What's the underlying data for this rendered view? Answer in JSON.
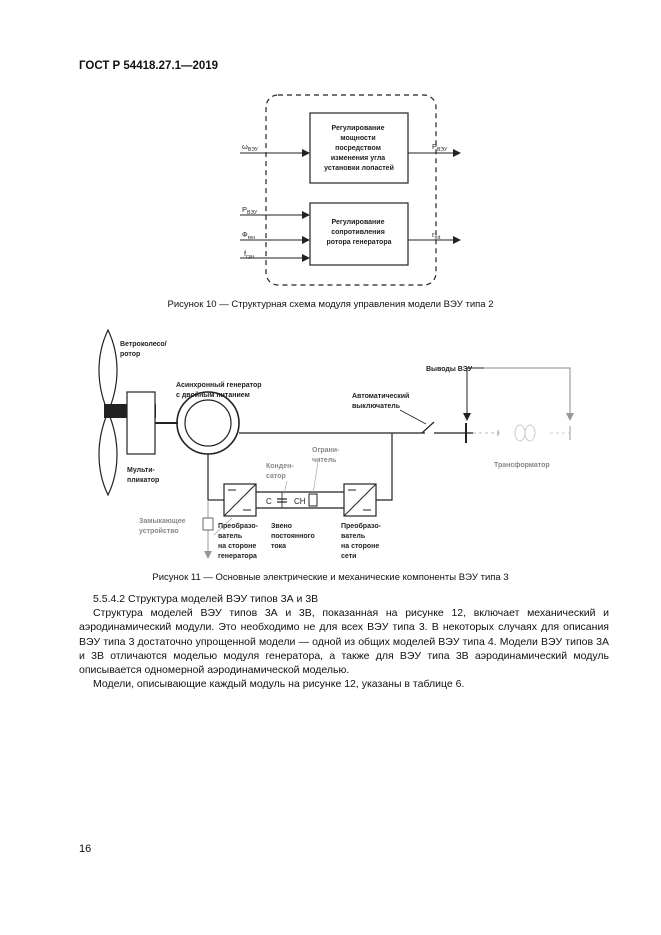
{
  "header": {
    "doc_id": "ГОСТ Р 54418.27.1—2019"
  },
  "figure10": {
    "block1": [
      "Регулирование",
      "мощности",
      "посредством",
      "изменения угла",
      "установки лопастей"
    ],
    "block2": [
      "Регулирование",
      "сопротивления",
      "ротора генератора"
    ],
    "in1": "ω",
    "in1_sub": "ВЭУ",
    "out1": "P",
    "out1_sub": "ВЭУ",
    "in2": "P",
    "in2_sub": "ВЭУ",
    "in3": "Ф",
    "in3_sub": "ген",
    "in4": "f",
    "in4_sub": "сун",
    "out2": "r",
    "out2_sub": "rot",
    "caption": "Рисунок 10 — Структурная схема модуля управления модели ВЭУ типа 2"
  },
  "figure11": {
    "rotor_label": [
      "Ветроколесо/",
      "ротор"
    ],
    "gearbox_label": [
      "Мульти-",
      "пликатор"
    ],
    "generator_label": [
      "Асинхронный генератор",
      "с двойным питанием"
    ],
    "breaker_label": [
      "Автоматический",
      "выключатель"
    ],
    "terminals_label": "Выводы ВЭУ",
    "transformer_label": "Трансформатор",
    "capacitor_label": [
      "Конден-",
      "сатор"
    ],
    "limiter_label": [
      "Ограни-",
      "читель"
    ],
    "shorting_label": [
      "Замыкающее",
      "устройство"
    ],
    "conv_gen_label": [
      "Преобразо-",
      "ватель",
      "на стороне",
      "генератора"
    ],
    "dc_link_label": [
      "Звено",
      "постоянного",
      "тока"
    ],
    "conv_grid_label": [
      "Преобразо-",
      "ватель",
      "на стороне",
      "сети"
    ],
    "c_symbol": "C",
    "ch_symbol": "CH",
    "caption": "Рисунок 11 — Основные электрические и механические компоненты ВЭУ типа 3"
  },
  "body": {
    "heading": "5.5.4.2 Структура моделей ВЭУ типов 3А и 3В",
    "paragraph1": "Структура моделей ВЭУ типов 3А и 3В, показанная на рисунке 12, включает механический и аэродинамический модули. Это необходимо не для всех ВЭУ типа 3. В некоторых случаях для описания ВЭУ типа 3 достаточно упрощенной модели — одной из общих моделей ВЭУ типа 4. Модели ВЭУ типов 3А и 3В отличаются моделью модуля генератора, а также для ВЭУ типа 3В аэродинамический модуль описывается одномерной аэродинамической моделью.",
    "paragraph2": "Модели, описывающие каждый модуль на рисунке 12, указаны в таблице 6."
  },
  "page_number": "16"
}
